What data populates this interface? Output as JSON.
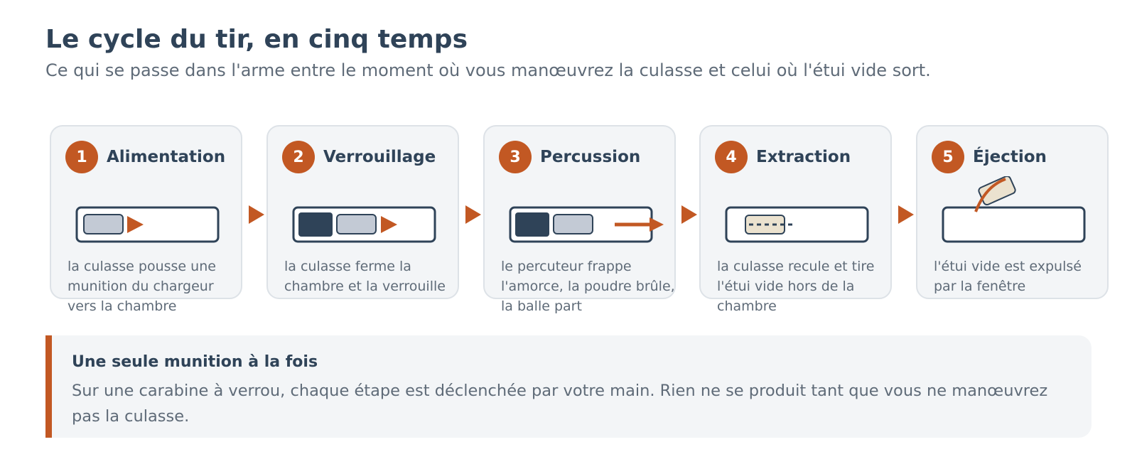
{
  "header": {
    "title": "Le cycle du tir, en cinq temps",
    "subtitle": "Ce qui se passe dans l'arme entre le moment où vous manœuvrez la culasse et celui où l'étui vide sort."
  },
  "steps": [
    {
      "number": "1",
      "title": "Alimentation",
      "description": "la culasse pousse une munition du chargeur vers la chambre",
      "icon": "feed-icon"
    },
    {
      "number": "2",
      "title": "Verrouillage",
      "description": "la culasse ferme la chambre et la verrouille",
      "icon": "lock-icon"
    },
    {
      "number": "3",
      "title": "Percussion",
      "description": "le percuteur frappe l'amorce, la poudre brûle, la balle part",
      "icon": "fire-icon"
    },
    {
      "number": "4",
      "title": "Extraction",
      "description": "la culasse recule et tire l'étui vide hors de la chambre",
      "icon": "extract-icon"
    },
    {
      "number": "5",
      "title": "Éjection",
      "description": "l'étui vide est expulsé par la fenêtre",
      "icon": "eject-icon"
    }
  ],
  "note": {
    "title": "Une seule munition à la fois",
    "text": "Sur une carabine à verrou, chaque étape est déclenchée par votre main. Rien ne se produit tant que vous ne manœuvrez pas la culasse."
  },
  "colors": {
    "accent": "#c25823",
    "dark": "#2f4358",
    "card_bg": "#f3f5f7",
    "card_border": "#dde2e7",
    "cartridge": "#c3cad5",
    "casing": "#ebe2cf"
  }
}
